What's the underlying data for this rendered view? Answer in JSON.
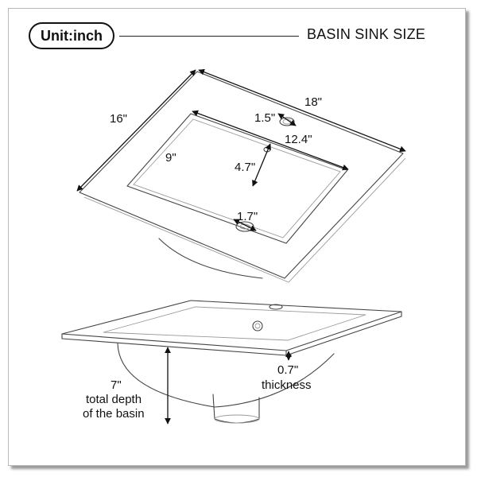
{
  "header": {
    "unit": "Unit:inch",
    "title": "BASIN SINK SIZE"
  },
  "top_view": {
    "width": "18\"",
    "depth": "16\"",
    "faucet_hole": "1.5\"",
    "bowl_width": "12.4\"",
    "bowl_depth": "9\"",
    "faucet_to_drain": "4.7\"",
    "drain": "1.7\""
  },
  "side_view": {
    "depth": "7\"",
    "depth_caption_line1": "total depth",
    "depth_caption_line2": "of the basin",
    "thickness": "0.7\"",
    "thickness_caption": "thickness"
  }
}
